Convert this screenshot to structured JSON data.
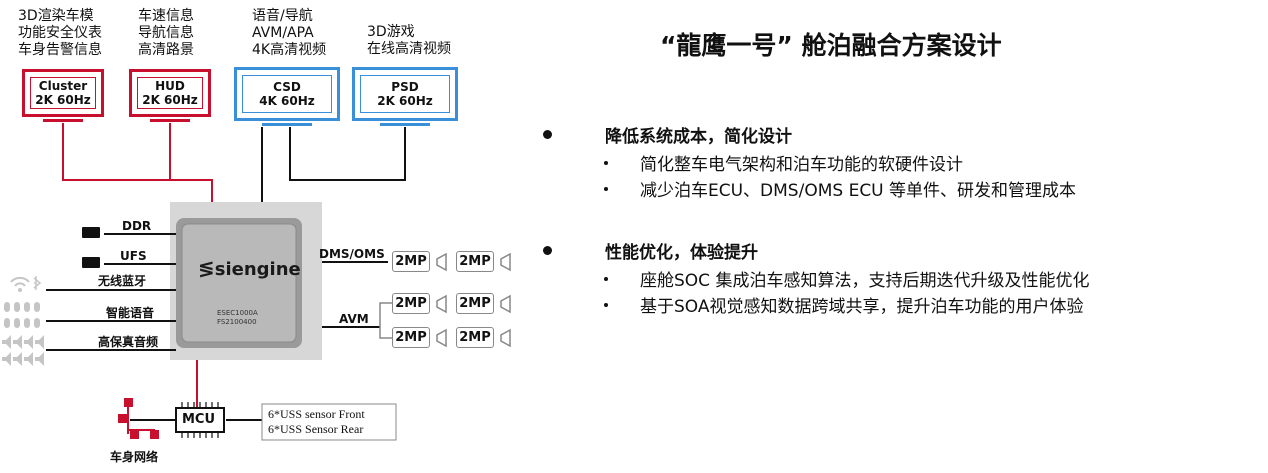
{
  "title": "“龍鹰一号”  舱泊融合方案设计",
  "displays": [
    {
      "id": "cluster",
      "lines": [
        "3D渲染车模",
        "功能安全仪表",
        "车身告警信息"
      ],
      "name": "Cluster",
      "spec": "2K 60Hz"
    },
    {
      "id": "hud",
      "lines": [
        "车速信息",
        "导航信息",
        "高清路景"
      ],
      "name": "HUD",
      "spec": "2K 60Hz"
    },
    {
      "id": "csd",
      "lines": [
        "语音/导航",
        "AVM/APA",
        "4K高清视频"
      ],
      "name": "CSD",
      "spec": "4K 60Hz"
    },
    {
      "id": "psd",
      "lines": [
        "3D游戏",
        "在线高清视频"
      ],
      "name": "PSD",
      "spec": "2K 60Hz"
    }
  ],
  "soc": {
    "logo": "siengine",
    "part1": "ESEC1000A",
    "part2": "FS2100400"
  },
  "left_buses": [
    "DDR",
    "UFS",
    "无线蓝牙",
    "智能语音",
    "高保真音频"
  ],
  "right_buses": {
    "dms": "DMS/OMS",
    "avm": "AVM"
  },
  "camera_label": "2MP",
  "mcu": {
    "label": "MCU",
    "sensors": [
      "6*USS sensor Front",
      "6*USS Sensor Rear"
    ],
    "network": "车身网络"
  },
  "colors": {
    "red": "#c8102e",
    "blue": "#3a8fd9",
    "dark": "#111111"
  },
  "bullets": [
    {
      "head": "降低系统成本，简化设计",
      "items": [
        "简化整车电气架构和泊车功能的软硬件设计",
        "减少泊车ECU、DMS/OMS ECU 等单件、研发和管理成本"
      ]
    },
    {
      "head": "性能优化，体验提升",
      "items": [
        "座舱SOC 集成泊车感知算法，支持后期迭代升级及性能优化",
        "基于SOA视觉感知数据跨域共享，提升泊车功能的用户体验"
      ]
    }
  ]
}
